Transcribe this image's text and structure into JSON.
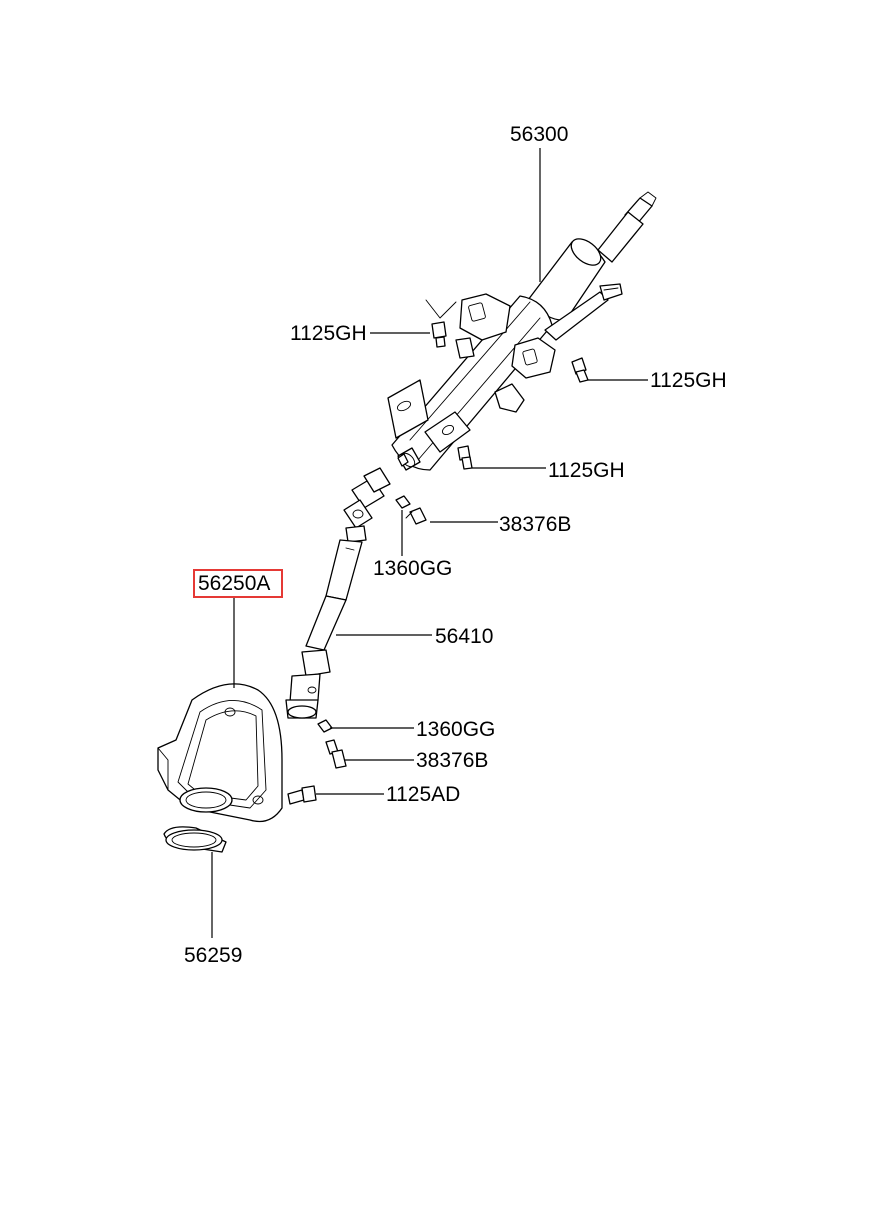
{
  "diagram": {
    "colors": {
      "ink": "#000000",
      "highlight": "#e53935",
      "background": "#ffffff"
    },
    "labels": {
      "p56300": "56300",
      "p1125gh_left": "1125GH",
      "p1125gh_right": "1125GH",
      "p1125gh_mid": "1125GH",
      "p38376b_upper": "38376B",
      "p1360gg_upper": "1360GG",
      "p56250a": "56250A",
      "p56410": "56410",
      "p1360gg_lower": "1360GG",
      "p38376b_lower": "38376B",
      "p1125ad": "1125AD",
      "p56259": "56259"
    },
    "highlighted_part": "56250A"
  }
}
